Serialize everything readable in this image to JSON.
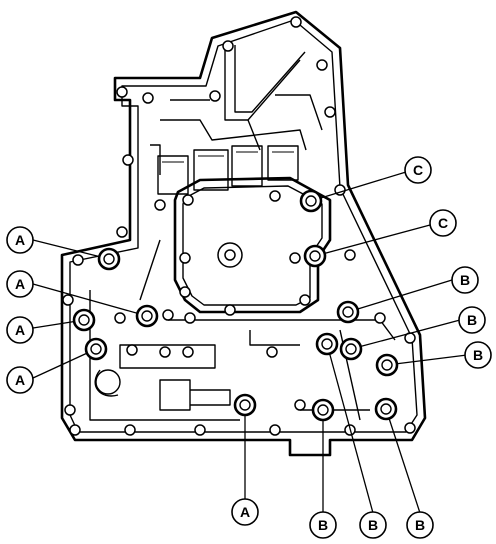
{
  "figure": {
    "bolt_groups": {
      "A": "A",
      "B": "B",
      "C": "C"
    }
  },
  "callouts": [
    {
      "id": "a1",
      "label": "A"
    },
    {
      "id": "a2",
      "label": "A"
    },
    {
      "id": "a3",
      "label": "A"
    },
    {
      "id": "a4",
      "label": "A"
    },
    {
      "id": "a5",
      "label": "A"
    },
    {
      "id": "c1",
      "label": "C"
    },
    {
      "id": "c2",
      "label": "C"
    },
    {
      "id": "b1",
      "label": "B"
    },
    {
      "id": "b2",
      "label": "B"
    },
    {
      "id": "b3",
      "label": "B"
    },
    {
      "id": "b4",
      "label": "B"
    },
    {
      "id": "b5",
      "label": "B"
    },
    {
      "id": "b6",
      "label": "B"
    }
  ]
}
